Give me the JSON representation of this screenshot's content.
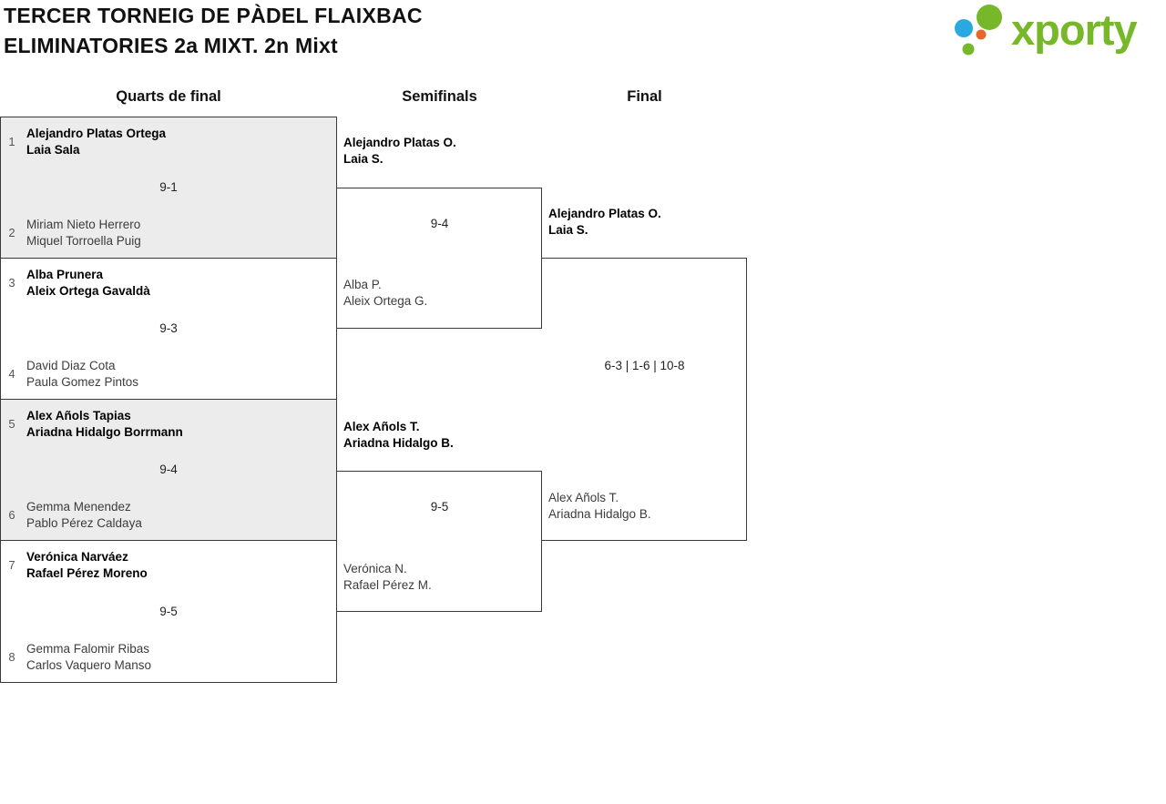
{
  "header": {
    "title_line1": "TERCER TORNEIG DE PÀDEL FLAIXBAC",
    "title_line2": "ELIMINATORIES 2a MIXT. 2n Mixt",
    "logo_text": "xporty",
    "logo_icon": "xporty-dots-icon"
  },
  "columns": {
    "quarterfinals": "Quarts de final",
    "semifinals": "Semifinals",
    "final": "Final"
  },
  "bracket": {
    "quarterfinals": [
      {
        "top_seed": "1",
        "top": {
          "player1": "Alejandro Platas Ortega",
          "player2": "Laia Sala",
          "winner": true
        },
        "score": "9-1",
        "bottom_seed": "2",
        "bottom": {
          "player1": "Miriam Nieto Herrero",
          "player2": "Miquel Torroella Puig",
          "winner": false
        }
      },
      {
        "top_seed": "3",
        "top": {
          "player1": "Alba Prunera",
          "player2": "Aleix Ortega Gavaldà",
          "winner": true
        },
        "score": "9-3",
        "bottom_seed": "4",
        "bottom": {
          "player1": "David Diaz Cota",
          "player2": "Paula Gomez Pintos",
          "winner": false
        }
      },
      {
        "top_seed": "5",
        "top": {
          "player1": "Alex Añols Tapias",
          "player2": "Ariadna Hidalgo Borrmann",
          "winner": true
        },
        "score": "9-4",
        "bottom_seed": "6",
        "bottom": {
          "player1": "Gemma Menendez",
          "player2": "Pablo Pérez Caldaya",
          "winner": false
        }
      },
      {
        "top_seed": "7",
        "top": {
          "player1": "Verónica Narváez",
          "player2": "Rafael Pérez Moreno",
          "winner": true
        },
        "score": "9-5",
        "bottom_seed": "8",
        "bottom": {
          "player1": "Gemma Falomir Ribas",
          "player2": "Carlos Vaquero Manso",
          "winner": false
        }
      }
    ],
    "semifinals": [
      {
        "top": {
          "player1": "Alejandro Platas O.",
          "player2": "Laia S.",
          "winner": true
        },
        "score": "9-4",
        "bottom": {
          "player1": "Alba P.",
          "player2": "Aleix Ortega G.",
          "winner": false
        }
      },
      {
        "top": {
          "player1": "Alex Añols T.",
          "player2": "Ariadna Hidalgo B.",
          "winner": true
        },
        "score": "9-5",
        "bottom": {
          "player1": "Verónica N.",
          "player2": "Rafael Pérez M.",
          "winner": false
        }
      }
    ],
    "final": {
      "top": {
        "player1": "Alejandro Platas O.",
        "player2": "Laia S.",
        "winner": true
      },
      "score": "6-3 | 1-6 | 10-8",
      "bottom": {
        "player1": "Alex Añols T.",
        "player2": "Ariadna Hidalgo B.",
        "winner": false
      }
    }
  },
  "colors": {
    "brand_green": "#76b82a",
    "brand_blue": "#2aa9e0",
    "brand_orange": "#e8662c",
    "match_alt_bg": "#ececec",
    "line": "#3a3a3a"
  }
}
